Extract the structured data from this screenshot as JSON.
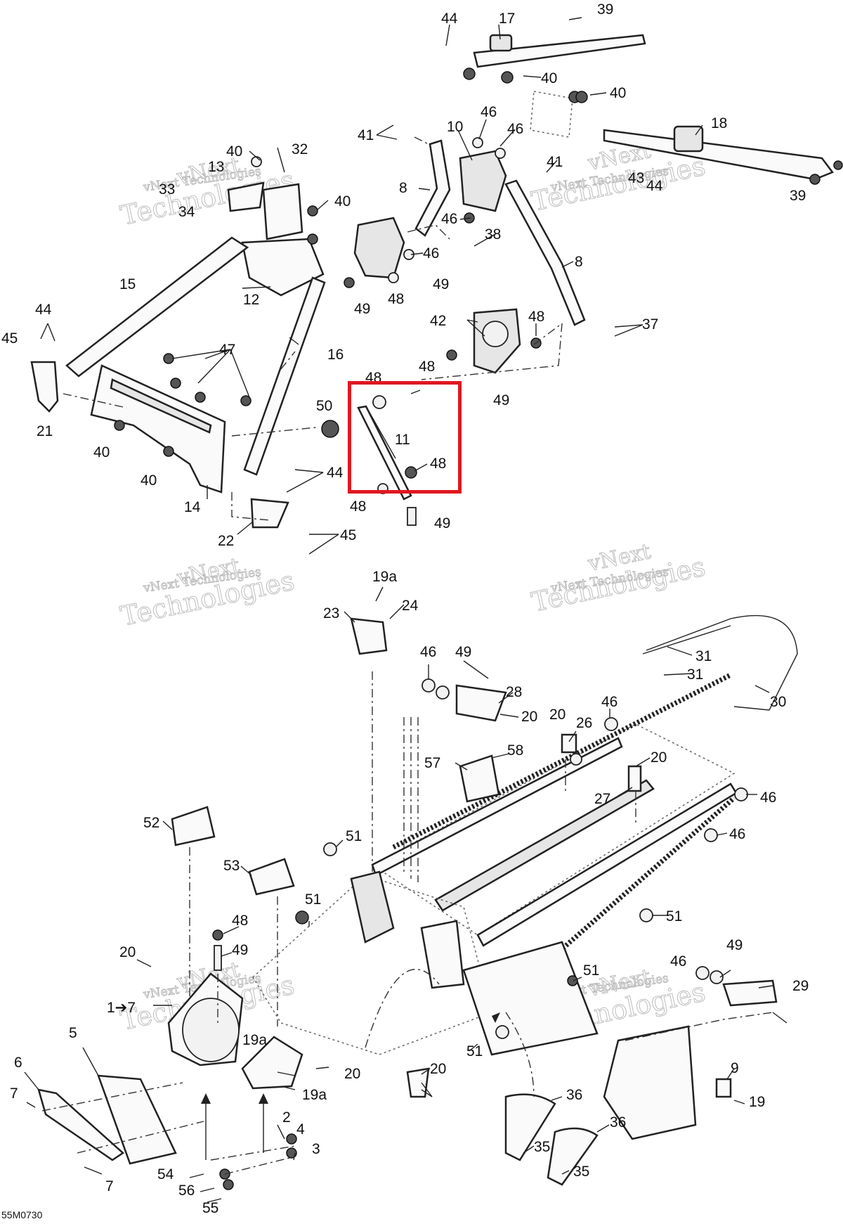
{
  "drawing_code": "55M0730",
  "watermark": {
    "line1": "vNext",
    "line2": "Technologies",
    "line3": "vNext Technologies"
  },
  "colors": {
    "highlight": "#e01820",
    "line": "#222222"
  },
  "highlight": {
    "part": "11"
  },
  "callouts": [
    "44",
    "17",
    "39",
    "40",
    "40",
    "46",
    "46",
    "10",
    "41",
    "18",
    "40",
    "32",
    "33",
    "13",
    "34",
    "40",
    "8",
    "46",
    "41",
    "43",
    "44",
    "39",
    "38",
    "46",
    "15",
    "12",
    "49",
    "48",
    "8",
    "49",
    "42",
    "48",
    "37",
    "44",
    "45",
    "47",
    "16",
    "48",
    "49",
    "48",
    "50",
    "11",
    "48",
    "21",
    "40",
    "40",
    "44",
    "14",
    "48",
    "49",
    "22",
    "45",
    "19a",
    "24",
    "23",
    "46",
    "49",
    "31",
    "28",
    "31",
    "30",
    "20",
    "20",
    "46",
    "26",
    "58",
    "57",
    "20",
    "27",
    "46",
    "46",
    "52",
    "51",
    "53",
    "51",
    "51",
    "48",
    "20",
    "49",
    "1➔7",
    "51",
    "46",
    "49",
    "29",
    "5",
    "19a",
    "20",
    "20",
    "6",
    "19a",
    "9",
    "7",
    "36",
    "19",
    "2",
    "36",
    "4",
    "3",
    "35",
    "35",
    "54",
    "7",
    "56",
    "55",
    "51"
  ]
}
